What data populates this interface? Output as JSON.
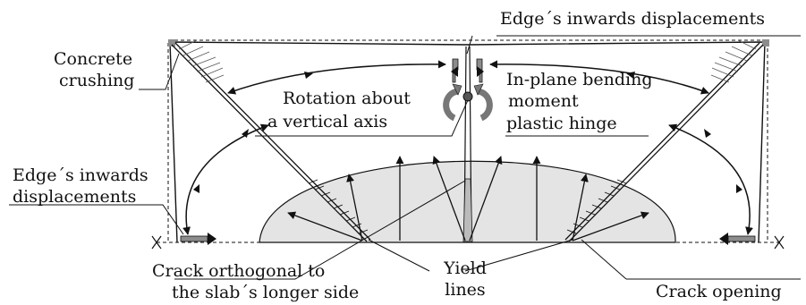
{
  "labels": {
    "concrete_crushing": [
      "Concrete",
      "crushing"
    ],
    "edge_inwards_top": "Edge´s inwards displacements",
    "rotation_axis": [
      "Rotation about",
      "a vertical axis"
    ],
    "bending_hinge": [
      "In-plane bending",
      "moment",
      "plastic hinge"
    ],
    "edge_inwards_left": [
      "Edge´s inwards",
      "displacements"
    ],
    "crack_orthogonal": [
      "Crack orthogonal to",
      "the slab´s longer side"
    ],
    "yield_lines": [
      "Yield",
      "lines"
    ],
    "crack_opening": "Crack opening"
  },
  "colors": {
    "stroke": "#111111",
    "fill_region": "#e4e4e4",
    "gray_part": "#8c8c8c"
  }
}
